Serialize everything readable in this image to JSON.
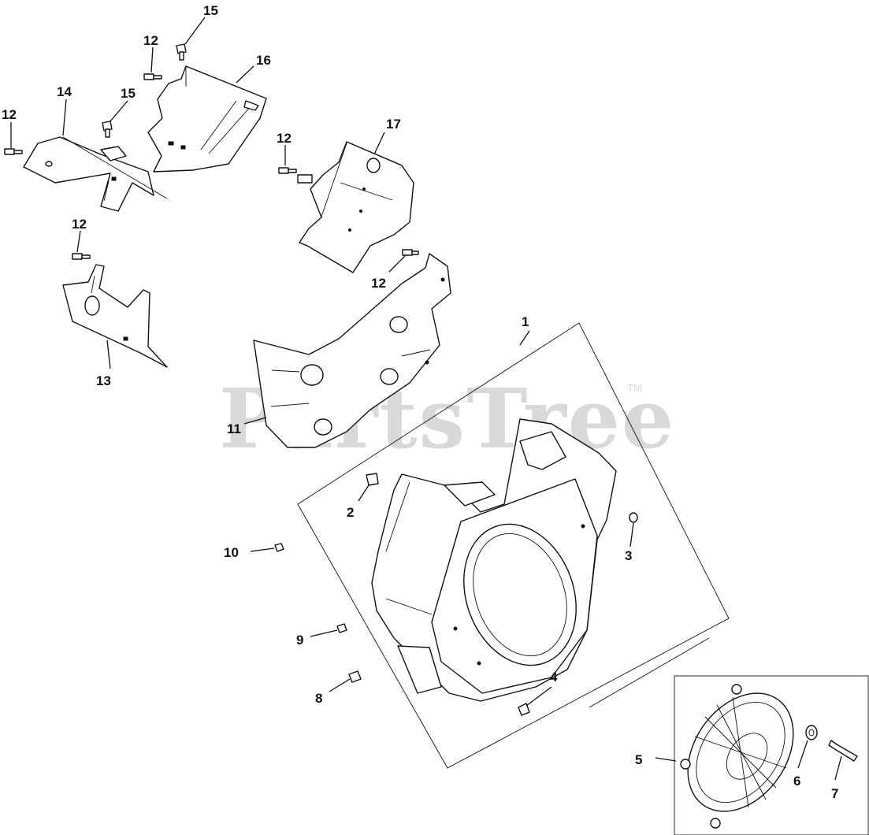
{
  "watermark": {
    "text": "PartsTree",
    "mark": "TM"
  },
  "callouts": {
    "c1": "1",
    "c2": "2",
    "c3": "3",
    "c4": "4",
    "c5": "5",
    "c6": "6",
    "c7": "7",
    "c8": "8",
    "c9": "9",
    "c10": "10",
    "c11": "11",
    "c12a": "12",
    "c12b": "12",
    "c12c": "12",
    "c12d": "12",
    "c12e": "12",
    "c13": "13",
    "c14": "14",
    "c15a": "15",
    "c15b": "15",
    "c16": "16",
    "c17": "17"
  }
}
